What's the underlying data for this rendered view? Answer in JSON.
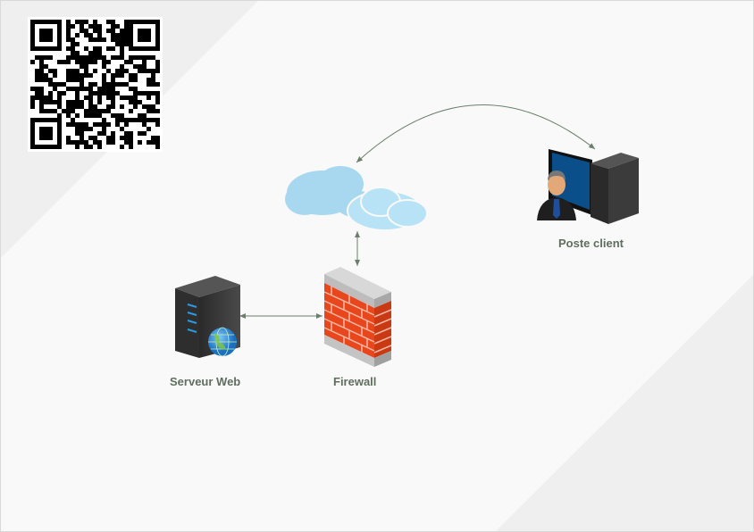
{
  "diagram": {
    "nodes": [
      {
        "id": "server",
        "label": "Serveur Web",
        "icon": "web-server-icon"
      },
      {
        "id": "firewall",
        "label": "Firewall",
        "icon": "firewall-icon"
      },
      {
        "id": "cloud",
        "label": "",
        "icon": "cloud-icon"
      },
      {
        "id": "client",
        "label": "Poste client",
        "icon": "client-workstation-icon"
      }
    ],
    "edges": [
      {
        "from": "server",
        "to": "firewall",
        "type": "bidirectional"
      },
      {
        "from": "firewall",
        "to": "cloud",
        "type": "bidirectional"
      },
      {
        "from": "cloud",
        "to": "client",
        "type": "bidirectional"
      }
    ],
    "colors": {
      "edge": "#6b7f6b",
      "label": "#5f6e5f",
      "brick": "#e8471e",
      "cloud": "#a8d8ef"
    }
  },
  "qr_icon": "qr-code-icon"
}
